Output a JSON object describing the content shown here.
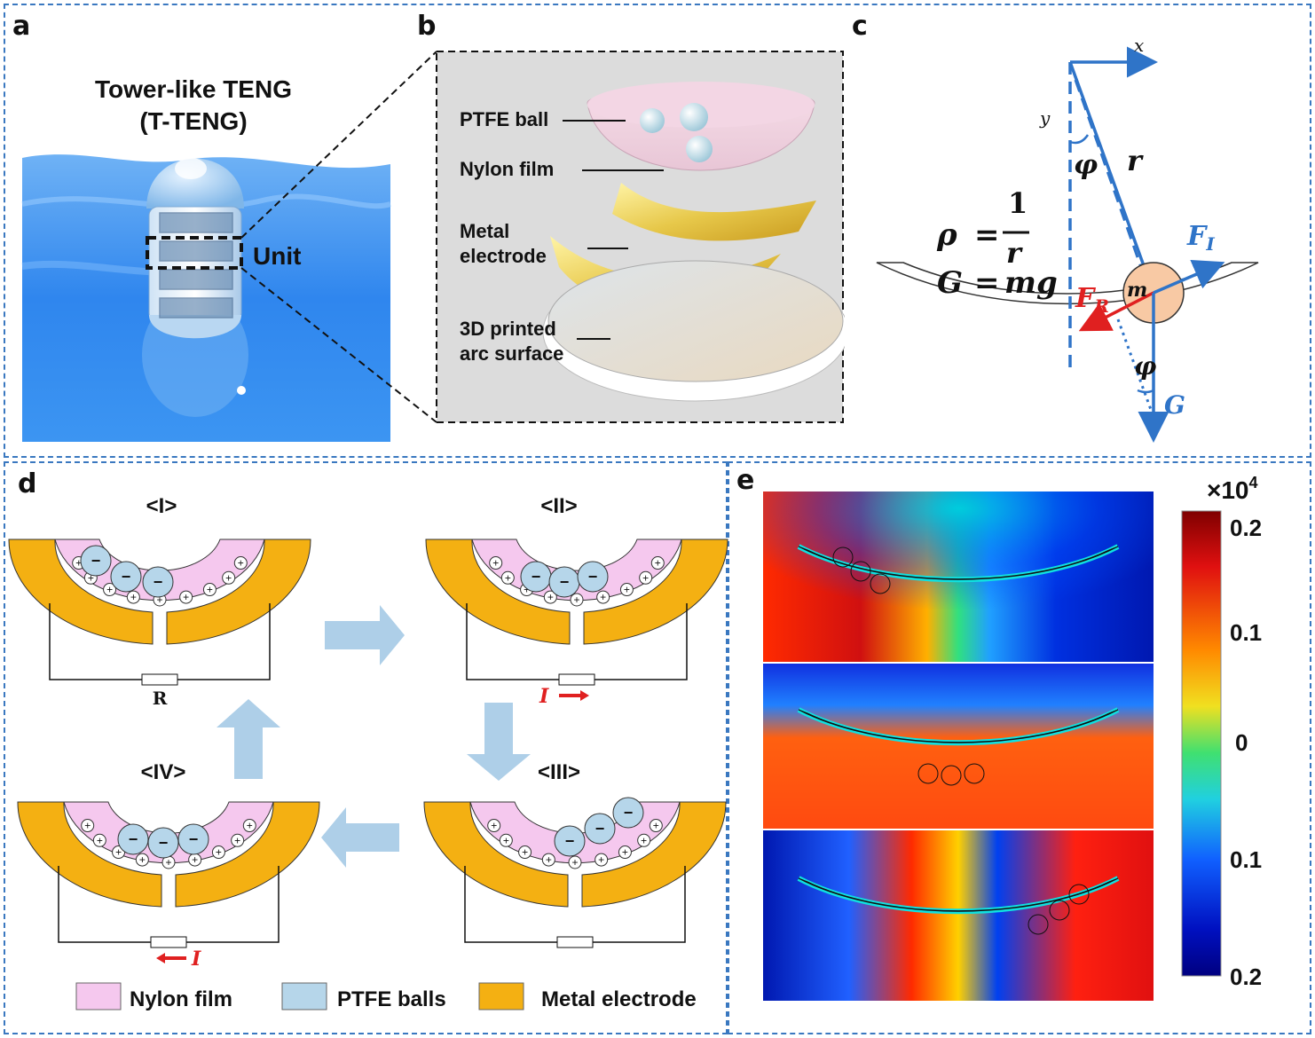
{
  "panels": {
    "a": {
      "label": "a",
      "title_line1": "Tower-like TENG",
      "title_line2": "(T-TENG)",
      "unit_label": "Unit"
    },
    "b": {
      "label": "b",
      "ptfe_ball": "PTFE ball",
      "nylon_film": "Nylon film",
      "metal_line1": "Metal",
      "metal_line2": "electrode",
      "arc_line1": "3D printed",
      "arc_line2": "arc surface"
    },
    "c": {
      "label": "c",
      "axis_x": "x",
      "axis_y": "y",
      "phi": "φ",
      "r": "r",
      "rho": "ρ",
      "equals": "=",
      "one": "1",
      "r_den": "r",
      "G_eq_lhs": "G",
      "mg": "mg",
      "F": "F",
      "I_sub": "I",
      "R_sub": "R",
      "m": "m",
      "G": "G"
    },
    "d": {
      "label": "d",
      "state1": "<I>",
      "state2": "<II>",
      "state3": "<III>",
      "state4": "<IV>",
      "resistor": "R",
      "current": "I",
      "minus": "−",
      "plus": "+",
      "legend": [
        "Nylon film",
        "PTFE balls",
        "Metal electrode"
      ]
    },
    "e": {
      "label": "e",
      "colorbar_exp": "×10",
      "colorbar_sup": "4",
      "ticks": [
        "0.2",
        "0.1",
        "0",
        "0.1",
        "0.2"
      ]
    }
  },
  "colors": {
    "frame": "#3a78c0",
    "nylon": "#f5c8ee",
    "ptfe": "#b6d6ea",
    "metal": "#f4b012",
    "arrow": "#aecfe8",
    "vector_blue": "#2f74c8",
    "vector_red": "#e02020"
  }
}
